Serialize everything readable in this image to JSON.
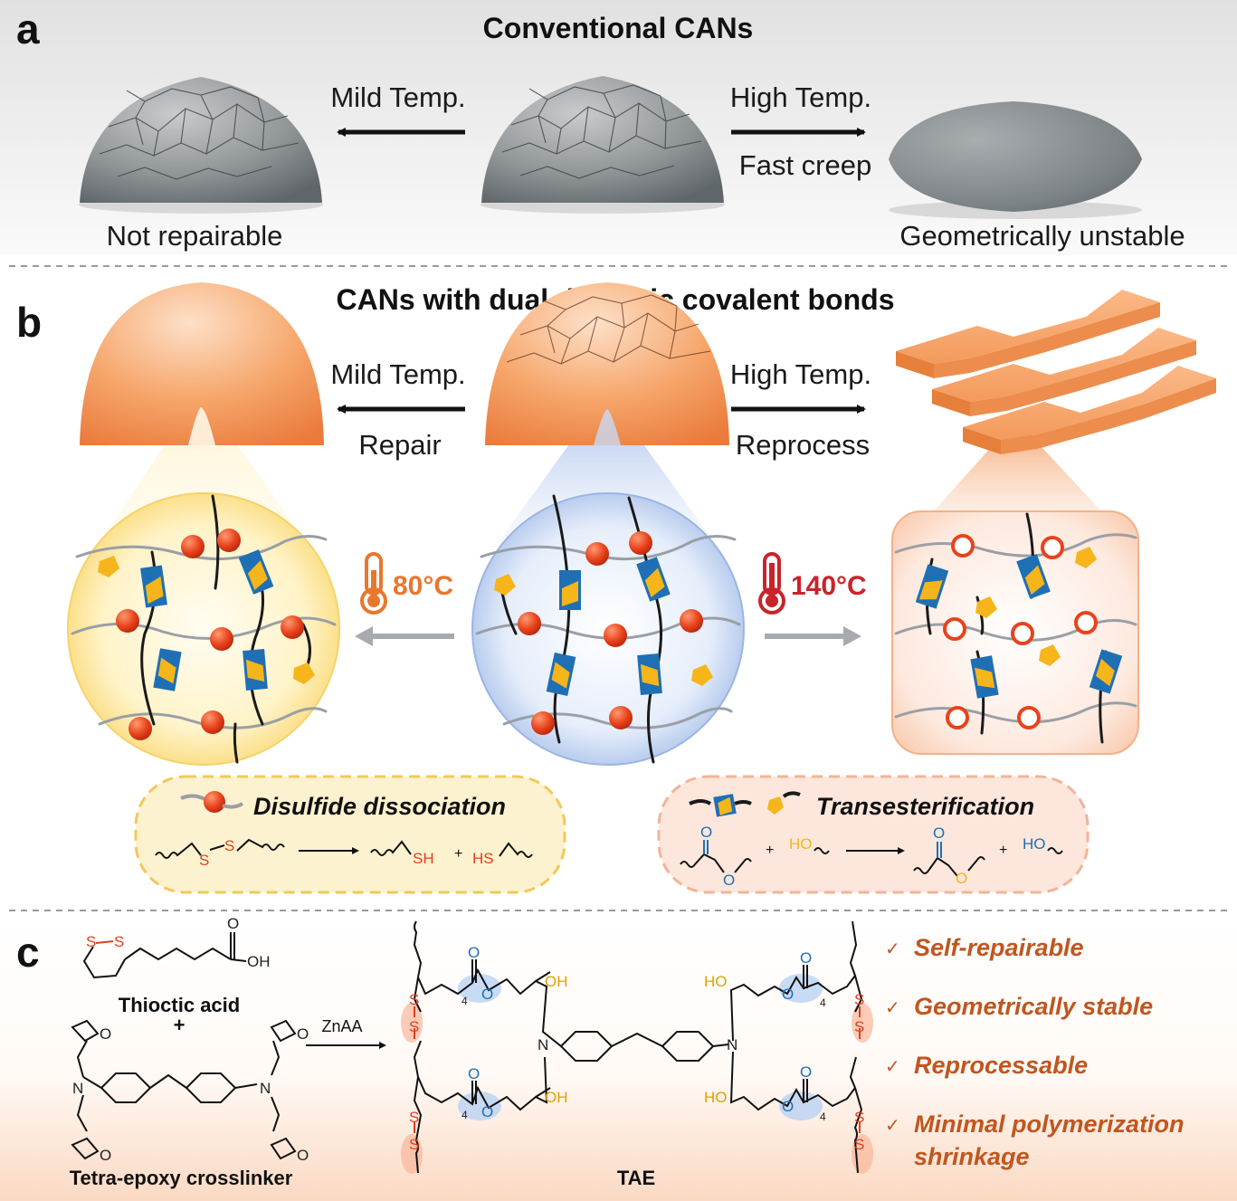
{
  "panel_a": {
    "letter": "a",
    "title": "Conventional CANs",
    "left_arrow_label": "Mild Temp.",
    "right_arrow_label_top": "High Temp.",
    "right_arrow_label_bottom": "Fast creep",
    "left_caption": "Not repairable",
    "right_caption": "Geometrically unstable"
  },
  "panel_b": {
    "letter": "b",
    "title": "CANs with dual dynamic covalent bonds",
    "left_arrow_top": "Mild Temp.",
    "left_arrow_bottom": "Repair",
    "right_arrow_top": "High Temp.",
    "right_arrow_bottom": "Reprocess",
    "temp_low": "80°C",
    "temp_high": "140°C",
    "box_left_title": "Disulfide dissociation",
    "box_right_title": "Transesterification",
    "chem_s": "S",
    "chem_sh": "SH",
    "chem_hs": "HS",
    "chem_plus": "+",
    "chem_o": "O",
    "chem_ho": "HO"
  },
  "panel_c": {
    "letter": "c",
    "thioctic_label": "Thioctic acid",
    "plus": "+",
    "crosslinker_label": "Tetra-epoxy crosslinker",
    "catalyst": "ZnAA",
    "product_label": "TAE",
    "oh": "OH",
    "ho": "HO",
    "n": "N",
    "o": "O",
    "s": "S",
    "sub4": "4",
    "features": [
      "Self-repairable",
      "Geometrically stable",
      "Reprocessable",
      "Minimal polymerization",
      "shrinkage"
    ],
    "check": "✓"
  },
  "colors": {
    "accent_orange": "#f08a4b",
    "text_orange": "#c0561f",
    "temp_orange": "#e8772e",
    "temp_red": "#c8242b",
    "bond_blue": "#1f6fb5",
    "bond_yellow": "#f6b51a",
    "sulfur_red": "#e0401f",
    "panel_a_bg": "#e9e9e9"
  }
}
